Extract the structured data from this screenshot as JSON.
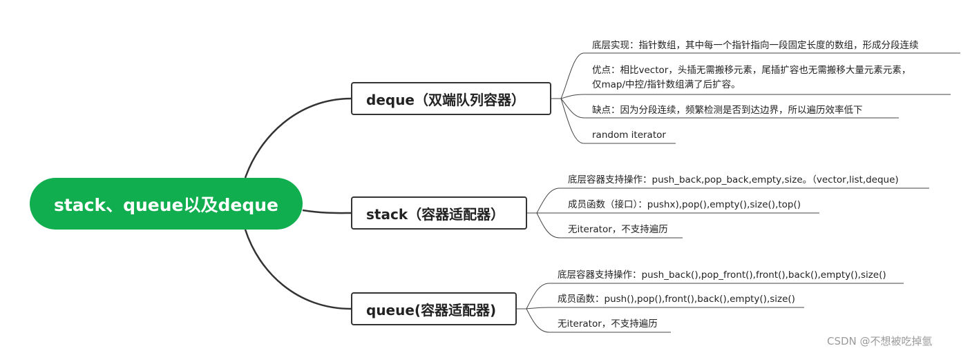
{
  "root": {
    "label": "stack、queue以及deque",
    "color": "#10ae4f"
  },
  "branches": [
    {
      "label": "deque（双端队列容器）",
      "leaves": [
        [
          "底层实现：指针数组，其中每一个指针指向一段固定长度的数组，形成分段连续"
        ],
        [
          "优点：相比vector，头插无需搬移元素，尾插扩容也无需搬移大量元素元素，",
          "仅map/中控/指针数组满了后扩容。"
        ],
        [
          "缺点：因为分段连续，频繁检测是否到达边界，所以遍历效率低下"
        ],
        [
          "random iterator"
        ]
      ]
    },
    {
      "label": "stack（容器适配器）",
      "leaves": [
        [
          "底层容器支持操作：push_back,pop_back,empty,size。（vector,list,deque)"
        ],
        [
          "成员函数（接口）：pushx),pop(),empty(),size(),top()"
        ],
        [
          "无iterator，不支持遍历"
        ]
      ]
    },
    {
      "label": "queue(容器适配器)",
      "leaves": [
        [
          "底层容器支持操作：push_back(),pop_front(),front(),back(),empty(),size()"
        ],
        [
          "成员函数：push(),pop(),front(),back(),empty(),size()"
        ],
        [
          "无iterator，不支持遍历"
        ]
      ]
    }
  ],
  "watermark": "CSDN @不想被吃掉氩"
}
